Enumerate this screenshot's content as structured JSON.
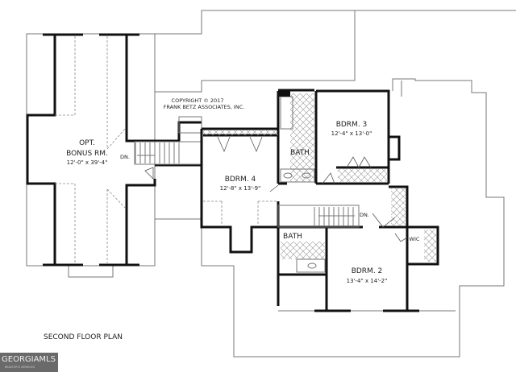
{
  "copyright": {
    "line1": "COPYRIGHT © 2017",
    "line2": "FRANK BETZ ASSOCIATES, INC."
  },
  "rooms": {
    "bonus": {
      "name1": "OPT.",
      "name2": "BONUS RM.",
      "dims": "12'-0\" x 39'-4\""
    },
    "bdrm4": {
      "name": "BDRM. 4",
      "dims": "12'-8\" x 13'-9\""
    },
    "bdrm3": {
      "name": "BDRM. 3",
      "dims": "12'-4\" x 13'-0\""
    },
    "bdrm2": {
      "name": "BDRM. 2",
      "dims": "13'-4\" x 14'-2\""
    },
    "bath_upper": "BATH",
    "bath_lower": "BATH",
    "wic": "WIC"
  },
  "stairs": {
    "left_label": "DN.",
    "right_label": "DN."
  },
  "title": "SECOND FLOOR PLAN",
  "logo": {
    "text": "GEORGIAMLS",
    "tagline": "REALTOR'S SERVICES"
  }
}
